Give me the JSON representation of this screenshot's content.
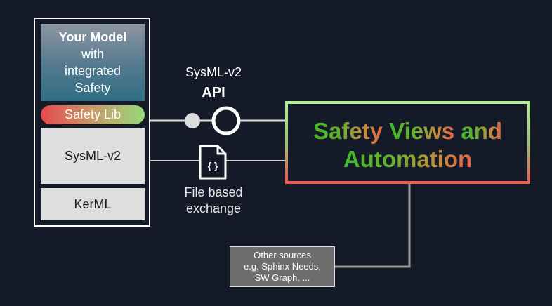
{
  "model_stack": {
    "model_title": "Your Model",
    "model_lines": [
      "with",
      "integrated",
      "Safety"
    ],
    "safety_lib": "Safety Lib",
    "sysml": "SysML-v2",
    "kerml": "KerML"
  },
  "api": {
    "caption": "SysML-v2",
    "label": "API"
  },
  "file_exchange": {
    "icon_glyph": "{ }",
    "caption_line1": "File based",
    "caption_line2": "exchange"
  },
  "target": {
    "line1_word1": "Safety",
    "line1_word2": "Views",
    "line1_word3": "and",
    "line2": "Automation"
  },
  "other_sources": {
    "lines": [
      "Other sources",
      "e.g. Sphinx Needs,",
      "SW Graph, ..."
    ]
  },
  "colors": {
    "background": "#151a28",
    "wire": "#dcdcdc",
    "connector_gray": "#9a9a9a",
    "gradient_green": "#3fba2a",
    "gradient_red": "#e0664a"
  },
  "icons": {
    "api_socket": "ball-and-socket-icon",
    "file": "json-file-icon"
  }
}
